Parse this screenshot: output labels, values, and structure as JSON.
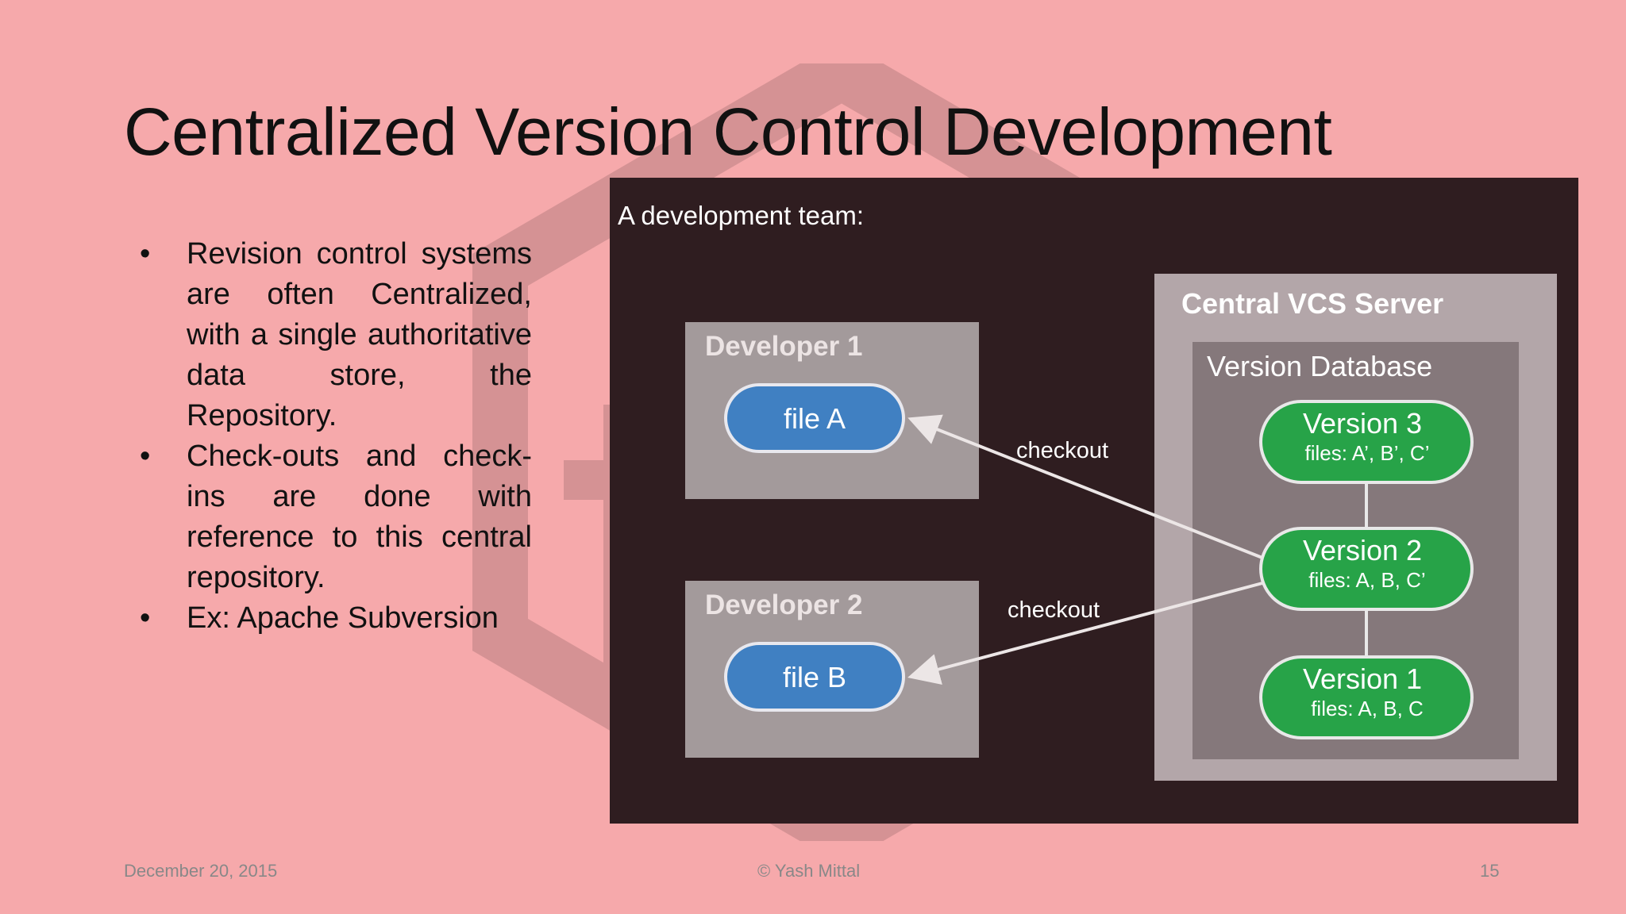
{
  "slide": {
    "title": "Centralized Version Control Development",
    "bullets": [
      "Revision control systems are often Centralized, with a single authoritative data store, the Repository.",
      "Check-outs and check-ins are done with reference to this central repository.",
      "Ex: Apache Subversion"
    ],
    "bullet_symbol": "•"
  },
  "diagram": {
    "heading": "A development team:",
    "developer1": {
      "label": "Developer 1",
      "file": "file A"
    },
    "developer2": {
      "label": "Developer 2",
      "file": "file B"
    },
    "server": {
      "label": "Central VCS Server",
      "database_label": "Version Database",
      "versions": [
        {
          "name": "Version 3",
          "files": "files: A’, B’, C’"
        },
        {
          "name": "Version 2",
          "files": "files: A, B, C’"
        },
        {
          "name": "Version 1",
          "files": "files: A, B, C"
        }
      ]
    },
    "arrow_labels": {
      "top": "checkout",
      "bottom": "checkout"
    },
    "colors": {
      "file_blue": "#4080c2",
      "version_green": "#27a348",
      "background": "#2f1d20"
    }
  },
  "footer": {
    "date": "December 20, 2015",
    "author": "© Yash Mittal",
    "page_number": "15"
  }
}
